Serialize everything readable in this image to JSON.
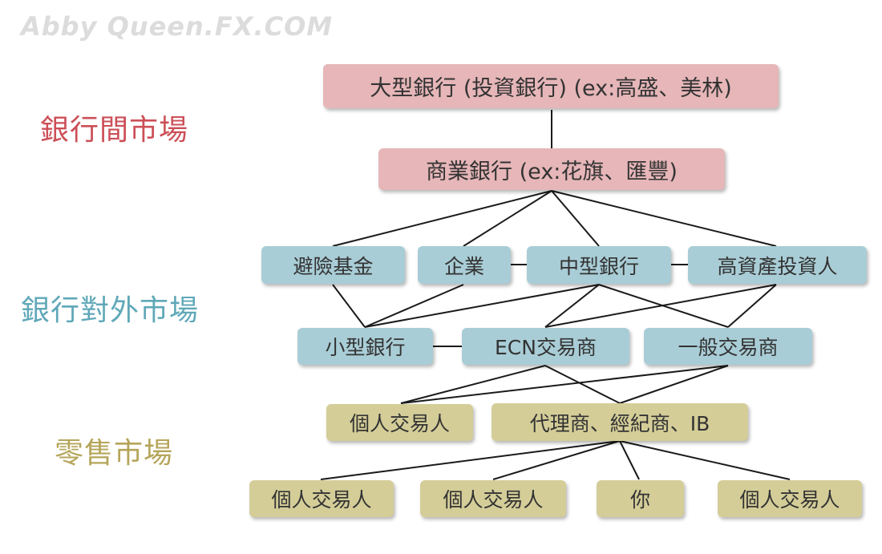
{
  "watermark": "Abby Queen.FX.COM",
  "tiers": {
    "interbank": {
      "label": "銀行間市場",
      "color": "#cc5058"
    },
    "external": {
      "label": "銀行對外市場",
      "color": "#5fa8b8"
    },
    "retail": {
      "label": "零售市場",
      "color": "#b5a55a"
    }
  },
  "nodes": {
    "large_bank": "大型銀行 (投資銀行) (ex:高盛、美林)",
    "commercial_bank": "商業銀行 (ex:花旗、匯豐)",
    "hedge_fund": "避險基金",
    "enterprise": "企業",
    "mid_bank": "中型銀行",
    "hnw_investor": "高資產投資人",
    "small_bank": "小型銀行",
    "ecn_dealer": "ECN交易商",
    "general_dealer": "一般交易商",
    "individual_trader_1": "個人交易人",
    "agent_broker_ib": "代理商、經紀商、IB",
    "individual_trader_2": "個人交易人",
    "individual_trader_3": "個人交易人",
    "you": "你",
    "individual_trader_4": "個人交易人"
  }
}
